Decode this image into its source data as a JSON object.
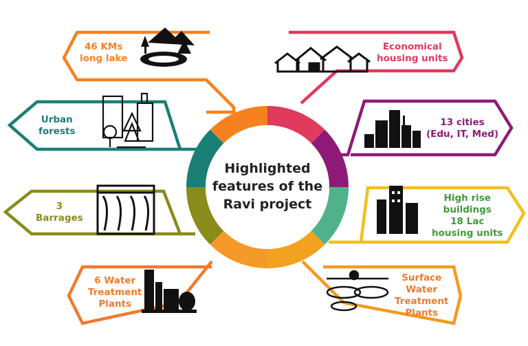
{
  "center": {
    "line1": "Highlighted",
    "line2": "features of the",
    "line3": "Ravi project"
  },
  "features": [
    {
      "id": "lake",
      "lines": [
        "46 KMs",
        "long lake"
      ],
      "color": "#f5821f",
      "icon": "lake-mountain-icon"
    },
    {
      "id": "housing",
      "lines": [
        "Economical",
        "housing units"
      ],
      "color": "#e03a5c",
      "icon": "houses-icon"
    },
    {
      "id": "forests",
      "lines": [
        "Urban",
        "forests"
      ],
      "color": "#1b7f76",
      "icon": "city-trees-icon"
    },
    {
      "id": "cities",
      "lines": [
        "13 cities",
        "(Edu, IT, Med)"
      ],
      "color": "#8e1a78",
      "icon": "city-skyline-icon"
    },
    {
      "id": "barrages",
      "lines": [
        "3",
        "Barrages"
      ],
      "color": "#8a8b1a",
      "icon": "barrage-dam-icon"
    },
    {
      "id": "highrise",
      "lines": [
        "High rise",
        "buildings",
        "18 Lac",
        "housing units"
      ],
      "color": "#5aac3c",
      "icon": "high-rise-icon"
    },
    {
      "id": "water",
      "lines": [
        "6 Water",
        "Treatment",
        "Plants"
      ],
      "color": "#f07a2e",
      "icon": "water-plant-icon"
    },
    {
      "id": "surface",
      "lines": [
        "Surface",
        "Water",
        "Treatment",
        "Plants"
      ],
      "color": "#f39a1e",
      "icon": "surface-water-plant-icon"
    }
  ]
}
